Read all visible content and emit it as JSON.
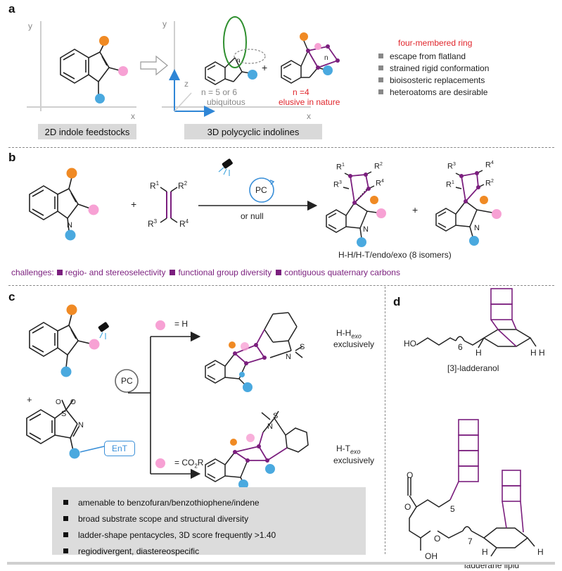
{
  "panel_a": {
    "letter": "a",
    "axis_y": "y",
    "axis_x": "x",
    "axis_z": "z",
    "ring_n": "n",
    "n56_line1": "n = 5 or 6",
    "n56_line2": "ubiquitous",
    "plus": "+",
    "n4_line1": "n =4",
    "n4_line2": "elusive in nature",
    "ring_heading": "four-membered ring",
    "features": [
      "escape from flatland",
      "strained rigid conformation",
      "bioisosteric replacements",
      "heteroatoms are desirable"
    ],
    "box_left": "2D indole feedstocks",
    "box_right": "3D polycyclic indolines"
  },
  "panel_b": {
    "letter": "b",
    "plus1": "+",
    "plus2": "+",
    "r1": "R",
    "r2": "R",
    "r3": "R",
    "r4": "R",
    "sup1": "1",
    "sup2": "2",
    "sup3": "3",
    "sup4": "4",
    "pc": "PC",
    "or_null": "or null",
    "n_label": "N",
    "isomers": "H-H/H-T/endo/exo (8 isomers)",
    "challenges_label": "challenges:",
    "challenges": [
      "regio- and stereoselectivity",
      "functional group diversity",
      "contiguous quaternary carbons"
    ]
  },
  "panel_c": {
    "letter": "c",
    "eq_h": "=  H",
    "eq_co2r": "=  CO",
    "co2r_sub": "2",
    "co2r_tail": "R",
    "pc": "PC",
    "ent": "EnT",
    "plus": "+",
    "so2": "S",
    "hh_label": "H-H",
    "hh_sub": "exo",
    "ht_label": "H-T",
    "ht_sub": "exo",
    "exclusively": "exclusively",
    "o": "O",
    "n": "N",
    "bullets": [
      "amenable to benzofuran/benzothiophene/indene",
      "broad substrate scope and structural diversity",
      "ladder-shape pentacycles, 3D score frequently >1.40",
      "regiodivergent, diastereospecific"
    ]
  },
  "panel_d": {
    "letter": "d",
    "ho": "HO",
    "six": "6",
    "h": "H",
    "ladderanol": "[3]-ladderanol",
    "o": "O",
    "five": "5",
    "seven": "7",
    "oh": "OH",
    "lipid": "ladderane lipid"
  },
  "colors": {
    "orange": "#f08a24",
    "pink": "#f7a1d4",
    "blue": "#4aa9df",
    "purple": "#7b1f7e",
    "red": "#e0262c",
    "green": "#2f8f2f",
    "axis_blue": "#2f86d6"
  }
}
